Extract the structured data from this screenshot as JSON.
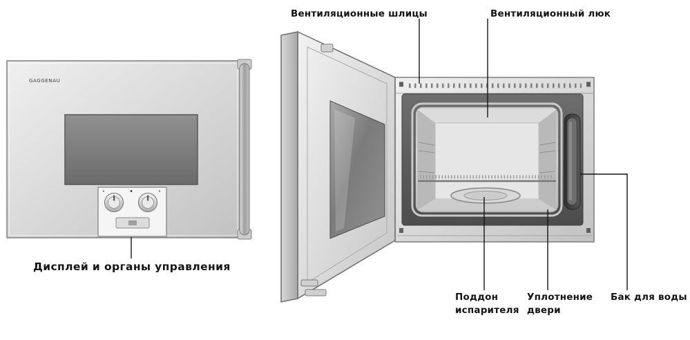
{
  "brand": "GAGGENAU",
  "labels": {
    "vent_slots": "Вентиляционные шлицы",
    "vent_hatch": "Вентиляционный люк",
    "display_controls": "Дисплей и органы управления",
    "evaporator_tray": [
      "Поддон",
      "испарителя"
    ],
    "door_seal": [
      "Уплотнение",
      "двери"
    ],
    "water_tank": "Бак для воды"
  },
  "colors": {
    "leader_line": "#141414",
    "body_light": "#f0f0f0",
    "body_dark": "#c2c2c2",
    "display_dark": "#6b6b6b",
    "cavity_surround": "#4c4c4c",
    "water_tank_dark": "#2f2f2f",
    "background": "#ffffff"
  }
}
